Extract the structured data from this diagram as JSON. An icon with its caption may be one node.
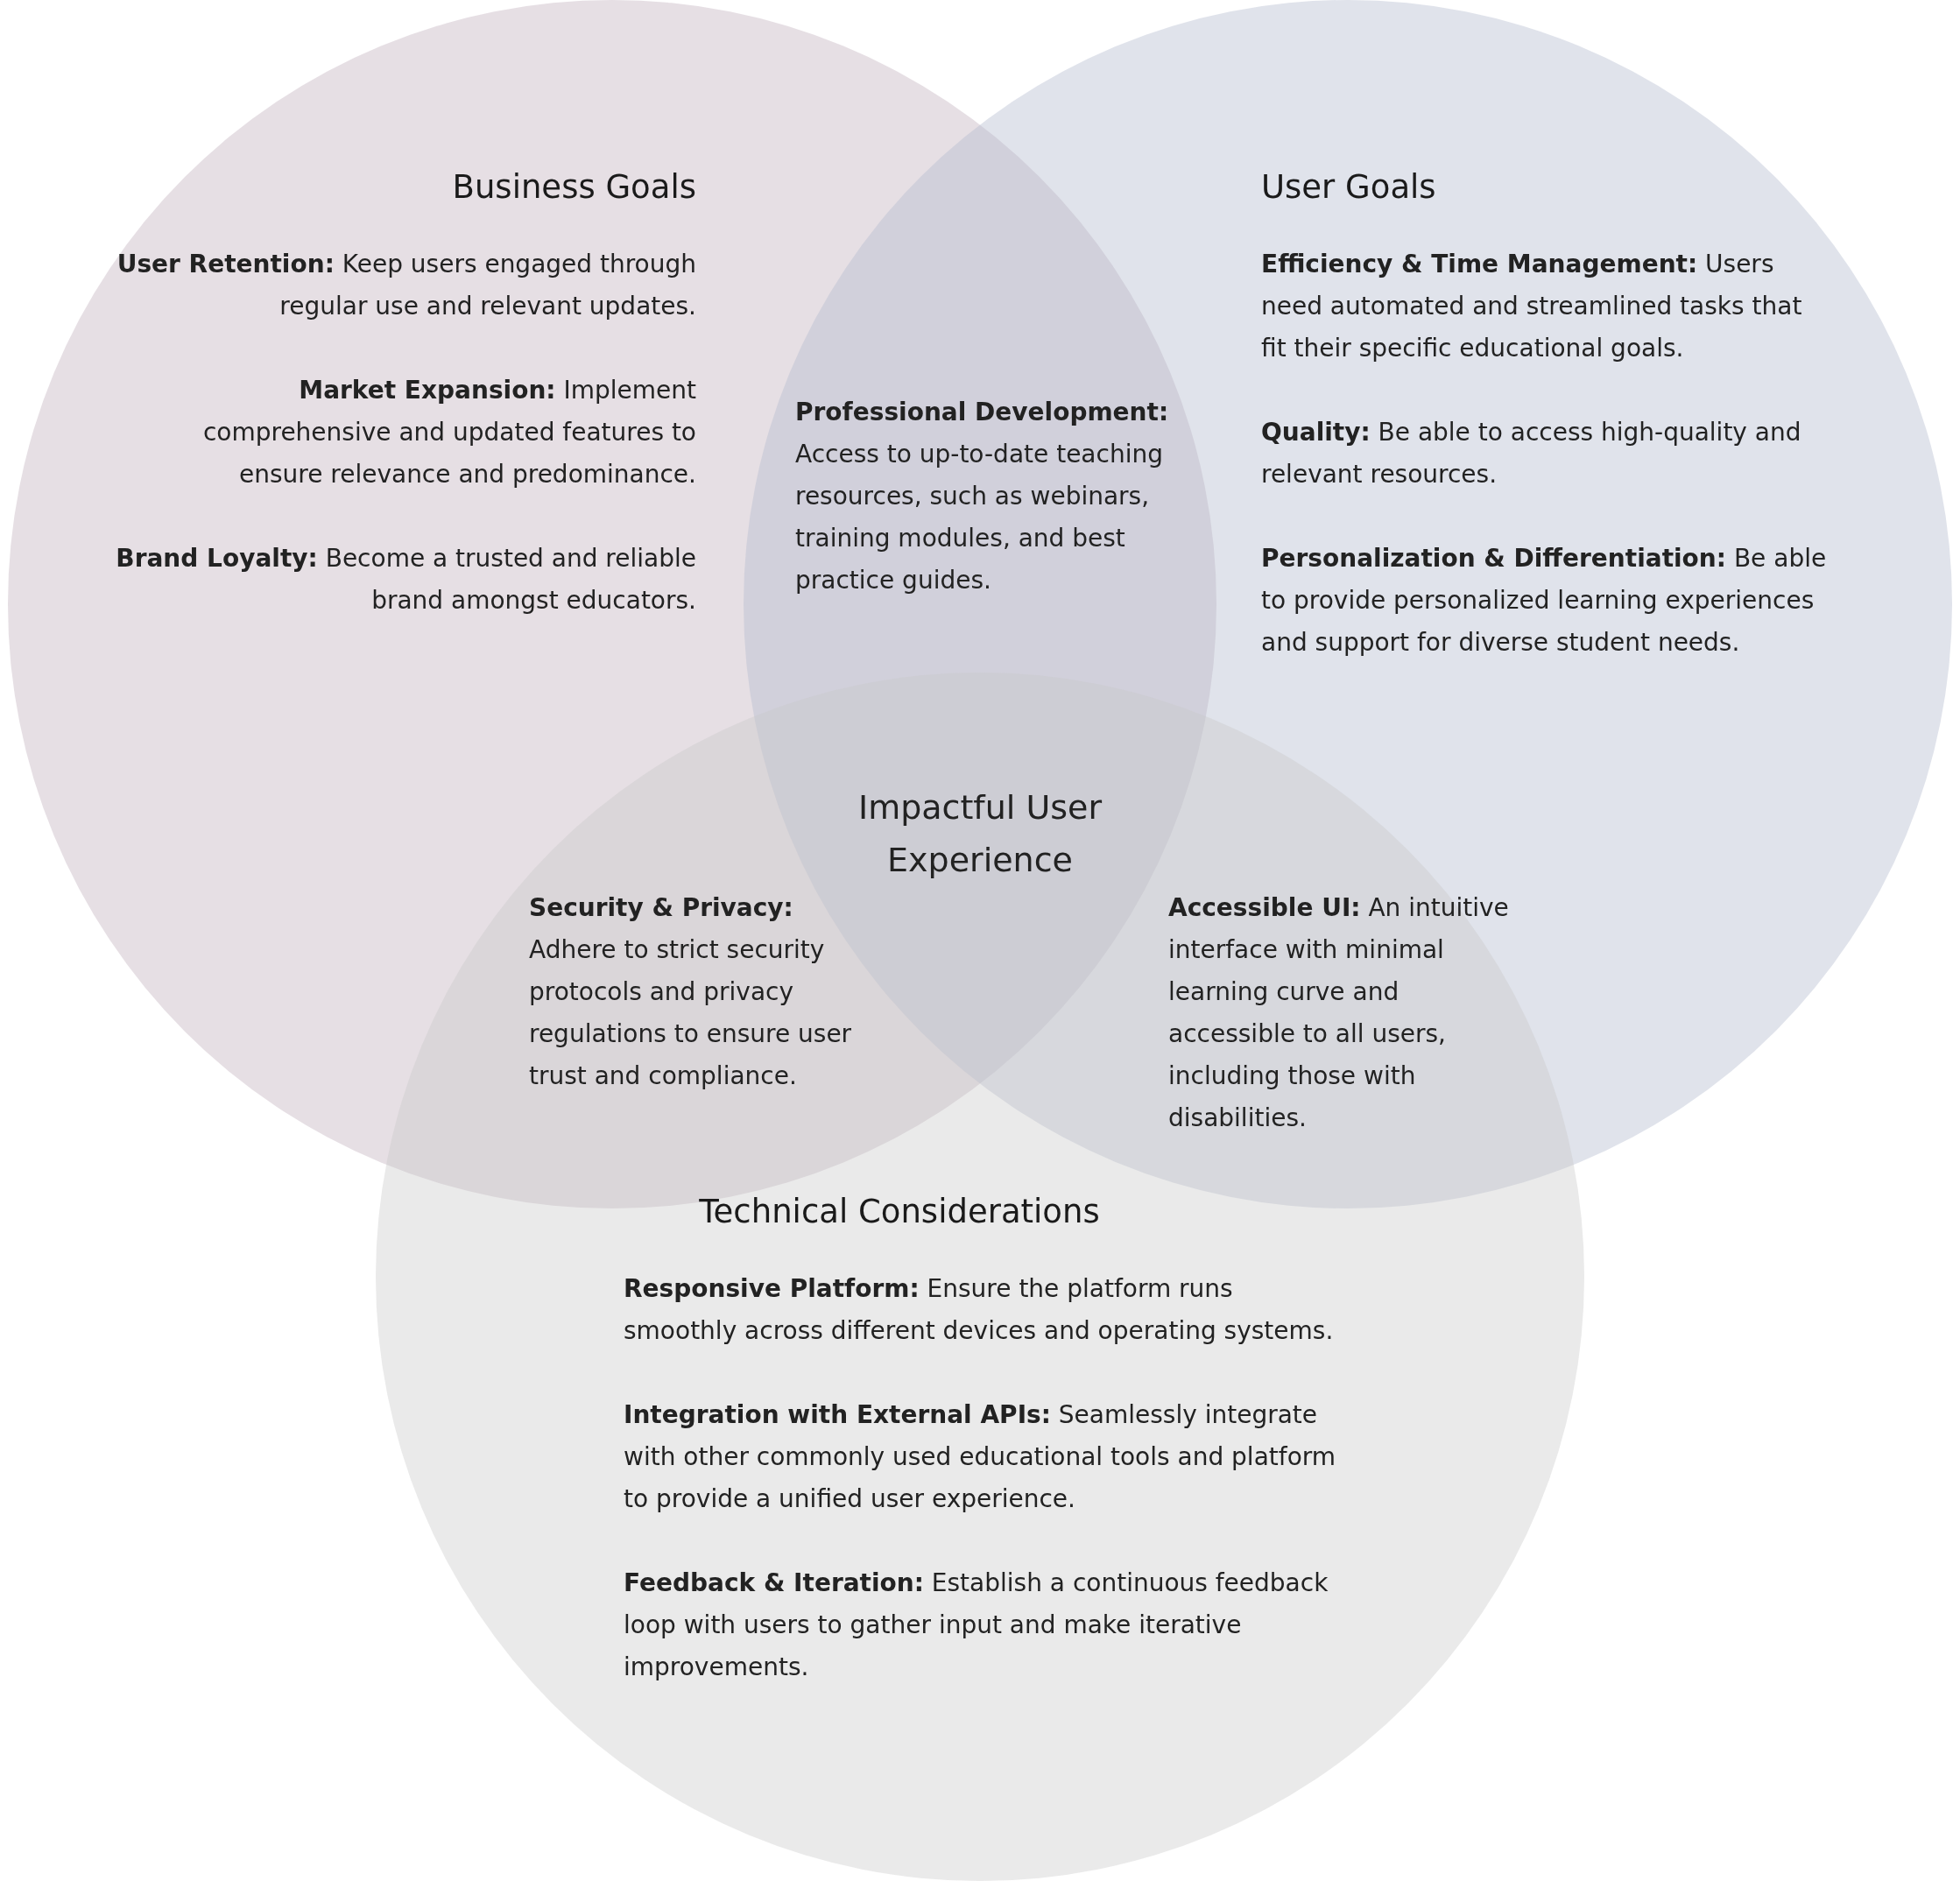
{
  "diagram": {
    "nodes": [
      {
        "text": [
          "Business Goals",
          "**User Retention:** Keep users engaged through regular use and relevant updates.",
          "**Market Expansion:** Implement comprehensive and updated features to ensure relevance and predominance.",
          "**Brand Loyalty:** Become a trusted and reliable brand amongst educators."
        ]
      },
      {
        "text": [
          "User Goals",
          "**Efficiency & Time Management:** Users need automated and streamlined tasks that fit their specific educational goals.",
          "**Quality:** Be able to access high-quality and relevant resources.",
          "**Personalization & Differentiation:** Be able to provide personalized learning experiences and support for diverse student needs."
        ]
      },
      {
        "text": [
          "Technical Considerations",
          "**Responsive Platform:** Ensure the platform runs smoothly across different devices and operating systems.",
          "**Integration with External APIs:** Seamlessly integrate with other commonly used educational tools and platform to provide a unified user experience.",
          "**Feedback & Iteration:** Establish a continuous feedback loop with users to gather input and make iterative improvements."
        ]
      }
    ],
    "edges": [],
    "labels": [
      "**Professional Development:** Access to up-to-date teaching resources, such as webinars, training modules, and best practice guides.",
      "Impactful User Experience",
      "**Security & Privacy:** Adhere to strict security protocols and privacy regulations to ensure user trust and compliance.",
      "**Accessible UI:** An intuitive interface with minimal learning curve and accessible to all users, including those with disabilities."
    ]
  }
}
